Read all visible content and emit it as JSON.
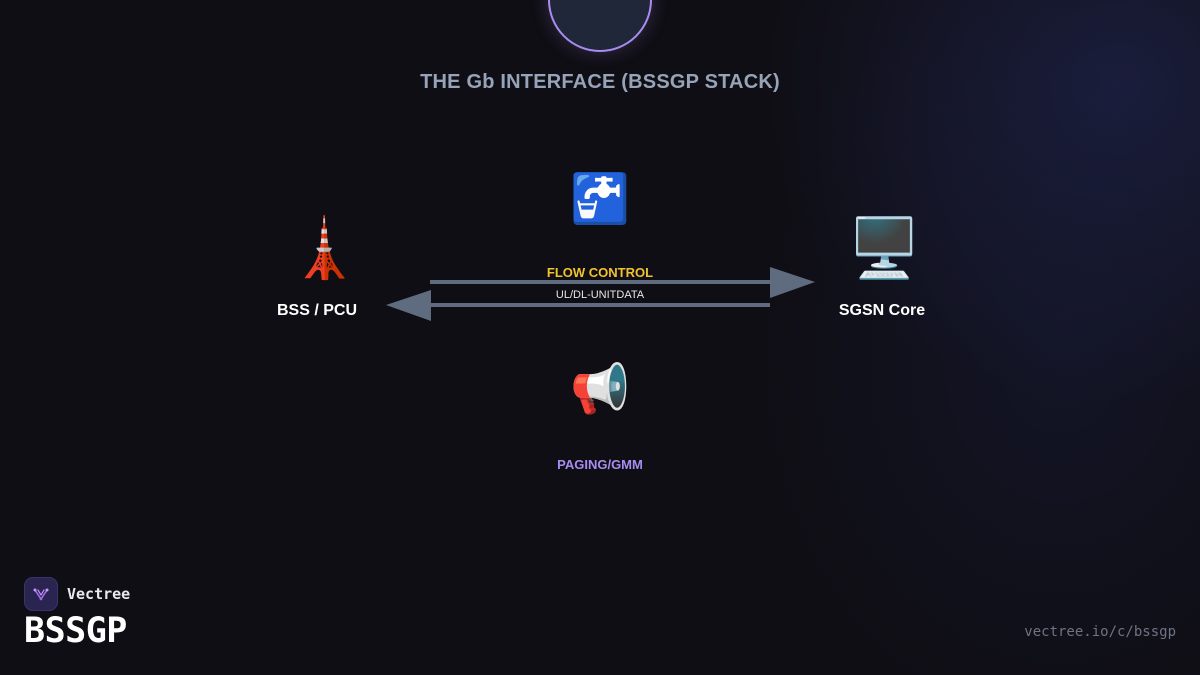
{
  "title": "THE Gb INTERFACE (BSSGP STACK)",
  "nodes": {
    "left": {
      "label": "BSS / PCU",
      "icon": "tower-icon",
      "glyph": "🗼"
    },
    "right": {
      "label": "SGSN Core",
      "icon": "desktop-computer-icon",
      "glyph": "🖥️"
    }
  },
  "links": {
    "flow_control": {
      "label": "FLOW CONTROL",
      "icon": "water-tap-icon",
      "glyph": "🚰"
    },
    "unitdata": {
      "label": "UL/DL-UNITDATA"
    },
    "paging": {
      "label": "PAGING/GMM",
      "icon": "loudspeaker-icon",
      "glyph": "📢"
    }
  },
  "brand": {
    "name": "Vectree",
    "icon": "vectree-logo-icon",
    "page_title": "BSSGP",
    "url": "vectree.io/c/bssgp"
  },
  "colors": {
    "background": "#0f0e14",
    "accent_purple": "#a98cf0",
    "flow_yellow": "#f2c230",
    "arrow_gray": "#5f6b7e",
    "title_gray": "#97a3b8"
  }
}
